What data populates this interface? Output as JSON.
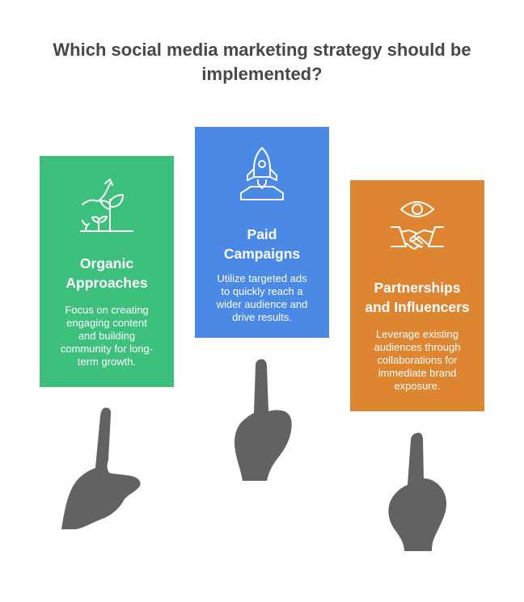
{
  "title": {
    "line1": "Which social media marketing strategy should be",
    "line2": "implemented?"
  },
  "colors": {
    "title": "#484848",
    "green": "#3cc07c",
    "blue": "#4a89e6",
    "orange": "#de8532",
    "hand": "#626262",
    "icon_stroke": "#ffffff"
  },
  "options": [
    {
      "icon": "growing-plant-icon",
      "heading_lines": [
        "Organic",
        "Approaches"
      ],
      "text_lines": [
        "Focus on creating",
        "engaging content",
        "and building",
        "community for long-",
        "term growth."
      ]
    },
    {
      "icon": "rocket-launch-icon",
      "heading_lines": [
        "Paid",
        "Campaigns"
      ],
      "text_lines": [
        "Utilize targeted ads",
        "to quickly reach a",
        "wider audience and",
        "drive results."
      ]
    },
    {
      "icon": "eye-handshake-icon",
      "heading_lines": [
        "Partnerships",
        "and Influencers"
      ],
      "text_lines": [
        "Leverage existing",
        "audiences through",
        "collaborations for",
        "immediate brand",
        "exposure."
      ]
    }
  ]
}
